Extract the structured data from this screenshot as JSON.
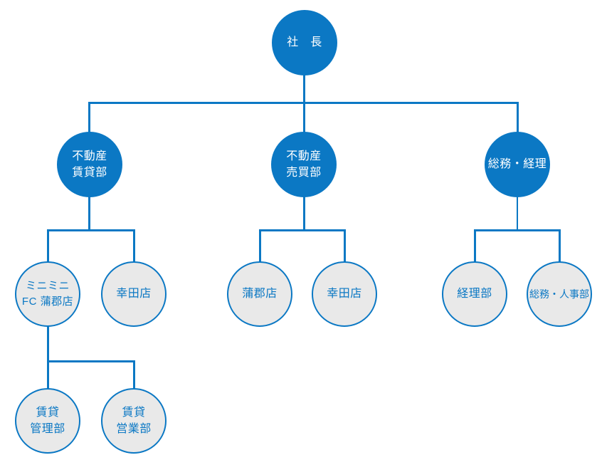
{
  "colors": {
    "primary": "#0b78c4",
    "node_fill_gray": "#e9e9e9",
    "background": "#ffffff"
  },
  "org_chart": {
    "root": {
      "label": "社　長"
    },
    "branches": [
      {
        "label": "不動産\n賃貸部",
        "children": [
          {
            "label": "ミニミニ\nFC 蒲郡店",
            "children": [
              {
                "label": "賃貸\n管理部"
              },
              {
                "label": "賃貸\n営業部"
              }
            ]
          },
          {
            "label": "幸田店"
          }
        ]
      },
      {
        "label": "不動産\n売買部",
        "children": [
          {
            "label": "蒲郡店"
          },
          {
            "label": "幸田店"
          }
        ]
      },
      {
        "label": "総務・経理",
        "children": [
          {
            "label": "経理部"
          },
          {
            "label": "総務・人事部"
          }
        ]
      }
    ]
  }
}
